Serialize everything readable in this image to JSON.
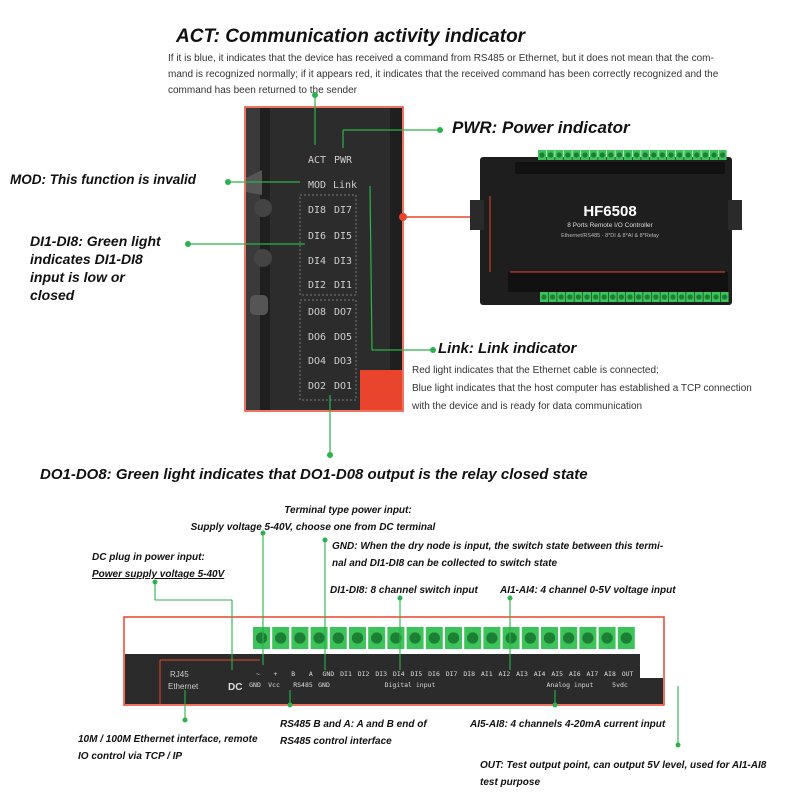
{
  "act": {
    "title": "ACT: Communication activity indicator",
    "desc_1": "If it is blue, it indicates that the device has received a command from RS485 or Ethernet, but it does not mean that the com-",
    "desc_2": "mand is recognized normally; if it appears red, it indicates that the received command has been correctly recognized and the",
    "desc_3": "command has been returned to the sender"
  },
  "pwr": {
    "title": "PWR: Power indicator"
  },
  "mod": {
    "title": "MOD: This function is invalid"
  },
  "di": {
    "line1": "DI1-DI8: Green light",
    "line2": "indicates DI1-DI8",
    "line3": "input is low or",
    "line4": "closed"
  },
  "link": {
    "title": "Link: Link indicator",
    "desc_1": "Red light indicates that the Ethernet cable is connected;",
    "desc_2": "Blue light indicates that the host computer has established a TCP connection",
    "desc_3": "with the device and is ready for data communication"
  },
  "do": {
    "title": "DO1-DO8: Green light indicates that DO1-D08 output is the relay closed state"
  },
  "leds": {
    "top": [
      "ACT",
      "PWR",
      "MOD",
      "Link"
    ],
    "di": [
      "DI8",
      "DI7",
      "DI6",
      "DI5",
      "DI4",
      "DI3",
      "DI2",
      "DI1"
    ],
    "do": [
      "DO8",
      "DO7",
      "DO6",
      "DO5",
      "DO4",
      "DO3",
      "DO2",
      "DO1"
    ]
  },
  "device": {
    "model": "HF6508",
    "subtitle": "8 Ports Remote I/O Controller",
    "spec": "Ethernet/RS485 · 8*DI & 8*AI & 8*Relay"
  },
  "annotations": {
    "terminal_power": {
      "l1": "Terminal type power input:",
      "l2": "Supply voltage 5-40V, choose one from DC terminal"
    },
    "gnd": {
      "l1": "GND: When the dry node is input, the switch state between this termi-",
      "l2": "nal and DI1-DI8 can be collected to switch state"
    },
    "dc_plug": {
      "l1": "DC plug in power input:",
      "l2": "Power supply voltage 5-40V"
    },
    "di_switch": {
      "l1": "DI1-DI8: 8 channel switch input"
    },
    "ai_voltage": {
      "l1": "AI1-AI4: 4 channel 0-5V voltage input"
    },
    "ethernet": {
      "l1": "10M / 100M Ethernet interface, remote",
      "l2": "IO control via TCP / IP"
    },
    "rs485": {
      "l1": "RS485 B and A: A and B end of",
      "l2": "RS485 control interface"
    },
    "ai_current": {
      "l1": "AI5-AI8: 4 channels 4-20mA current input"
    },
    "out": {
      "l1": "OUT: Test output point, can output 5V level, used for AI1-AI8",
      "l2": "test purpose"
    }
  },
  "bottom_panel": {
    "rj45": "RJ45",
    "ethernet": "Ethernet",
    "dc": "DC",
    "top_terminals": [
      "~",
      "+",
      "B",
      "A",
      "GND",
      "DI1",
      "DI2",
      "DI3",
      "DI4",
      "DI5",
      "DI6",
      "DI7",
      "DI8",
      "AI1",
      "AI2",
      "AI3",
      "AI4",
      "AI5",
      "AI6",
      "AI7",
      "AI8",
      "OUT"
    ],
    "sub_left": "GND",
    "sub_vcc": "Vcc",
    "sub_rs485": "RS485",
    "sub_gnd": "GND",
    "digital_input": "Digital input",
    "analog_input": "Analog input",
    "sub_out": "5vdc"
  },
  "colors": {
    "accent": "#e8452c",
    "led_green": "#2bb24c",
    "case_dark": "#2a2a2a",
    "terminal_green": "#3cc45a"
  }
}
